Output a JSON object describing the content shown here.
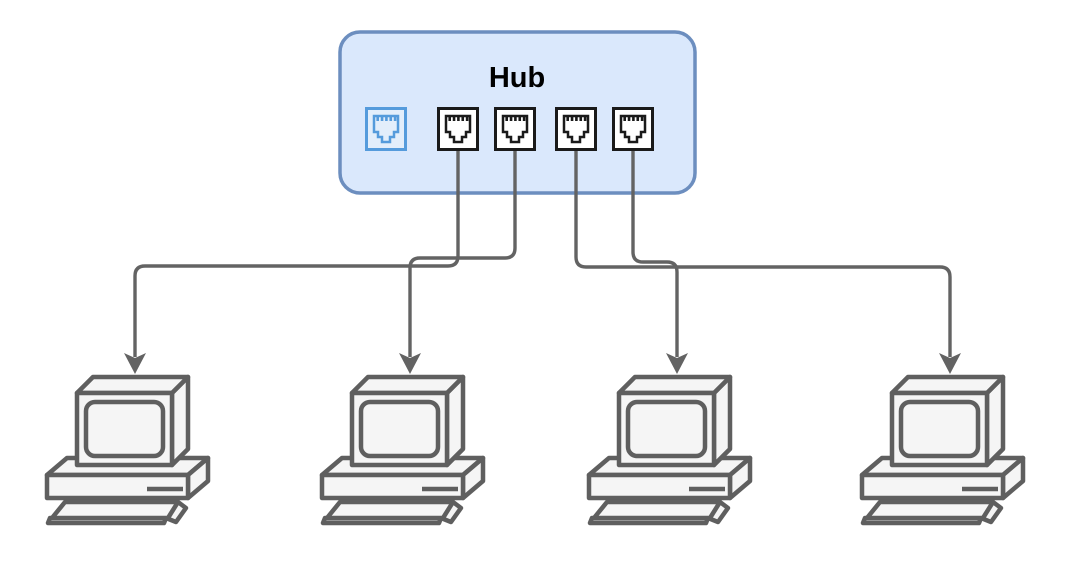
{
  "diagram": {
    "type": "network-topology",
    "hub": {
      "label": "Hub",
      "fill_color": "#dae8fc",
      "border_color": "#6c8ebf",
      "ports": [
        {
          "id": "uplink-port",
          "icon": "ethernet-port-icon",
          "style": "blue",
          "connected_to": null
        },
        {
          "id": "port-1",
          "icon": "ethernet-port-icon",
          "style": "dark",
          "connected_to": "pc-1"
        },
        {
          "id": "port-2",
          "icon": "ethernet-port-icon",
          "style": "dark",
          "connected_to": "pc-2"
        },
        {
          "id": "port-3",
          "icon": "ethernet-port-icon",
          "style": "dark",
          "connected_to": "pc-4"
        },
        {
          "id": "port-4",
          "icon": "ethernet-port-icon",
          "style": "dark",
          "connected_to": "pc-3"
        }
      ]
    },
    "computers": [
      {
        "id": "pc-1",
        "icon": "desktop-computer-icon"
      },
      {
        "id": "pc-2",
        "icon": "desktop-computer-icon"
      },
      {
        "id": "pc-3",
        "icon": "desktop-computer-icon"
      },
      {
        "id": "pc-4",
        "icon": "desktop-computer-icon"
      }
    ],
    "connections": [
      {
        "from": "port-1",
        "to": "pc-1",
        "arrow": "filled-triangle"
      },
      {
        "from": "port-2",
        "to": "pc-2",
        "arrow": "filled-triangle"
      },
      {
        "from": "port-4",
        "to": "pc-3",
        "arrow": "filled-triangle"
      },
      {
        "from": "port-3",
        "to": "pc-4",
        "arrow": "filled-triangle"
      }
    ],
    "colors": {
      "background": "#ffffff",
      "connector": "#636363",
      "computer_stroke": "#5f5f5f",
      "computer_fill": "#f5f5f5",
      "port_dark_stroke": "#1a1a1a",
      "port_dark_fill": "#ffffff",
      "port_blue_stroke": "#559bdc",
      "port_blue_fill": "#e3eefb"
    }
  }
}
